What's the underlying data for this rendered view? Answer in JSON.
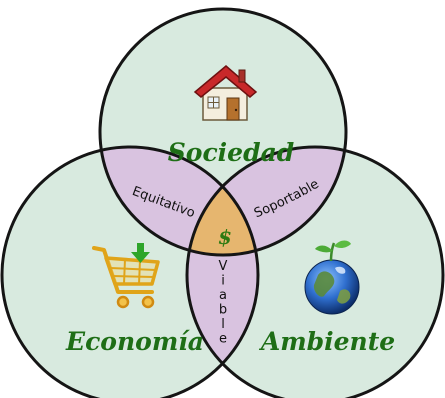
{
  "sets": {
    "top": "Sociedad",
    "left": "Economía",
    "right": "Ambiente"
  },
  "intersections": {
    "top_left": "Equitativo",
    "top_right": "Soportable",
    "left_right": "Viable",
    "center": "$"
  },
  "icons": {
    "top": "house-icon",
    "left": "shopping-cart-icon",
    "right": "earth-sprout-icon"
  },
  "colors": {
    "circle_fill": "#d8eadf",
    "pair_overlap": "#d9c3e0",
    "center_overlap": "#e6b66f",
    "outline": "#151515",
    "label_green": "#1e6e16"
  }
}
